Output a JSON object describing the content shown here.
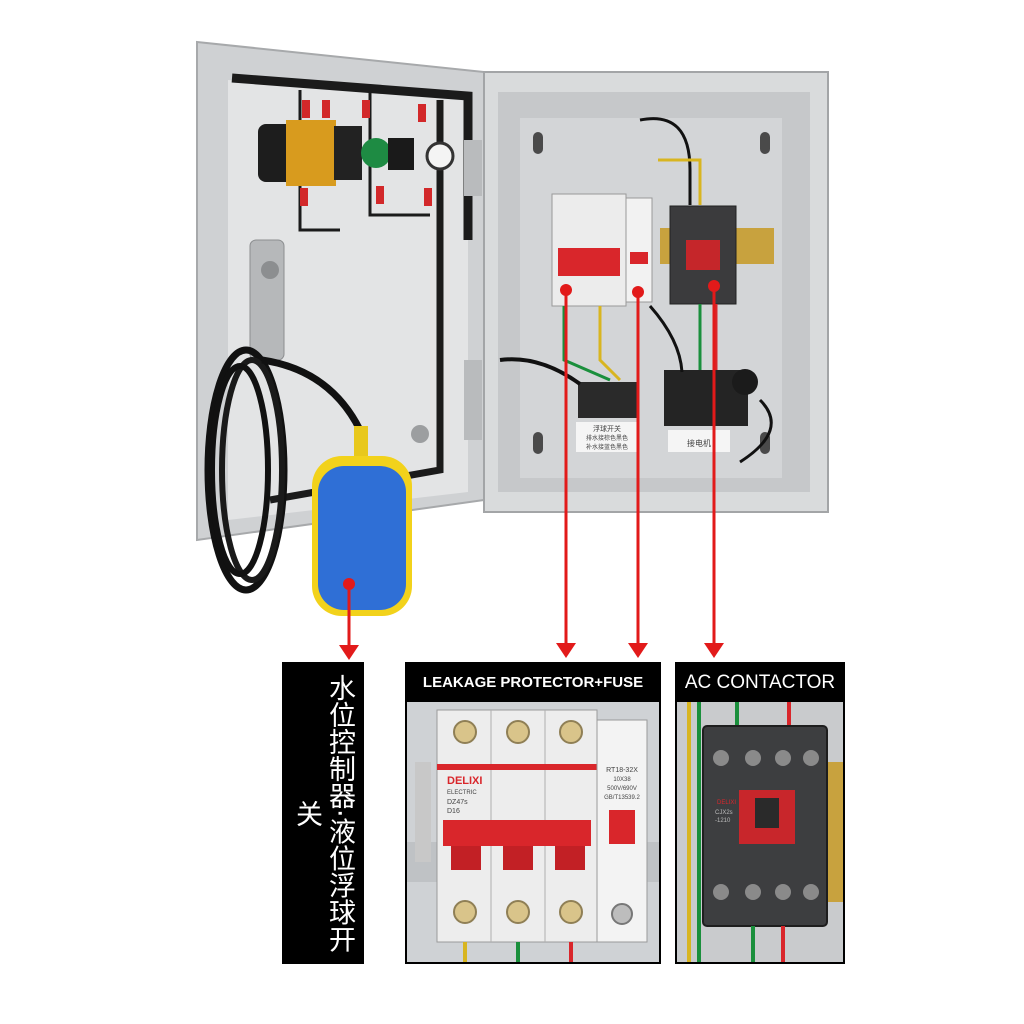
{
  "float_switch_panel": {
    "label": "水位控制器·液位浮球开关"
  },
  "leakage_panel": {
    "title": "LEAKAGE PROTECTOR+FUSE",
    "breaker_brand": "DELIXI",
    "breaker_sub": "ELECTRIC",
    "breaker_model": "DZ47s",
    "breaker_rating": "D16",
    "fuse_model": "RT18-32X",
    "fuse_size": "10X38",
    "fuse_voltage": "500V/690V",
    "fuse_standard": "GB/T13539.2"
  },
  "contactor_panel": {
    "title": "AC CONTACTOR",
    "brand": "DELIXI",
    "model": "CJX2s",
    "model_sub": "-1210"
  },
  "box_labels": {
    "float_title": "浮球开关",
    "float_line1": "排水接棕色黑色",
    "float_line2": "补水接蓝色黑色",
    "motor_label": "接电机"
  },
  "colors": {
    "arrow": "#e21a1a",
    "panel_bg": "#000000",
    "cabinet": "#d9dbdc",
    "float": "#2f6fd6",
    "float_rim": "#f2d21b"
  }
}
